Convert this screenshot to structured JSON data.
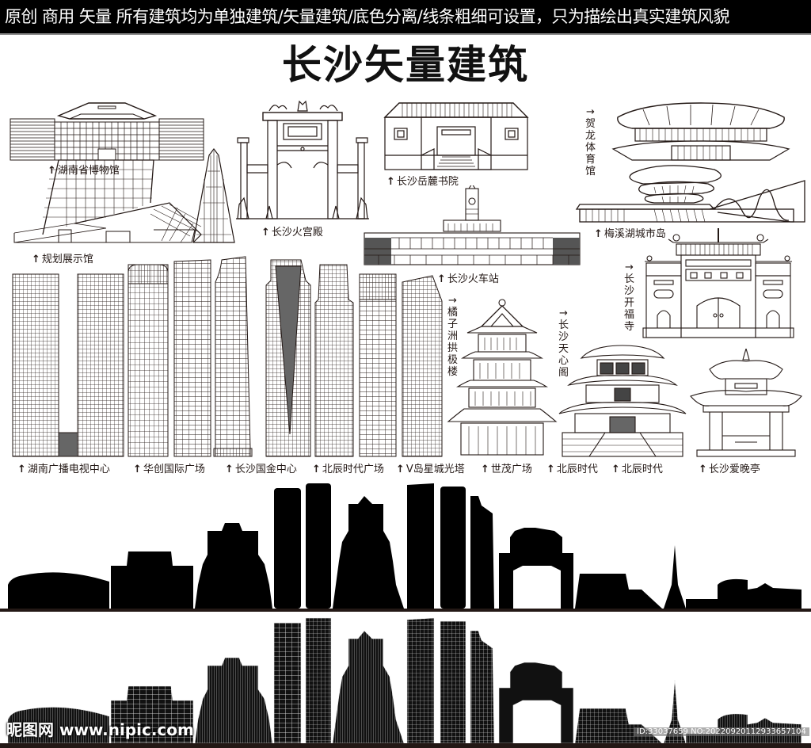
{
  "header": {
    "banner": "原创  商用  矢量  所有建筑均为单独建筑/矢量建筑/底色分离/线条粗细可设置，只为描绘出真实建筑风貌",
    "title": "长沙矢量建筑"
  },
  "arrow_up": "↑",
  "arrow_right": "→",
  "labels": {
    "hunan_museum": "湖南省博物馆",
    "planning_hall": "规划展示馆",
    "huogong_palace": "长沙火宫殿",
    "yuelu_academy": "长沙岳麓书院",
    "railway_station": "长沙火车站",
    "helong_stadium": "贺龙体育馆",
    "meixi_island": "梅溪湖城市岛",
    "kaifu_temple": "长沙开福寺",
    "juzizhou_tower": "橘子洲拱极楼",
    "tianxin_pavilion": "长沙天心阁",
    "hunan_broadcast": "湖南广播电视中心",
    "huachuang_plaza": "华创国际广场",
    "ifs": "长沙国金中心",
    "beichen_plaza": "北辰时代广场",
    "v_island": "V岛星城光塔",
    "shimao": "世茂广场",
    "beichen_1": "北辰时代",
    "beichen_2": "北辰时代",
    "aiwan_pavilion": "长沙爱晚亭"
  },
  "colors": {
    "ink": "#231815",
    "banner_bg": "#000000",
    "banner_text": "#ffffff",
    "background": "#ffffff"
  },
  "watermark": {
    "left": "昵图网 www.nipic.com",
    "right": "ID:33037659 NO:20220920112933657104"
  }
}
